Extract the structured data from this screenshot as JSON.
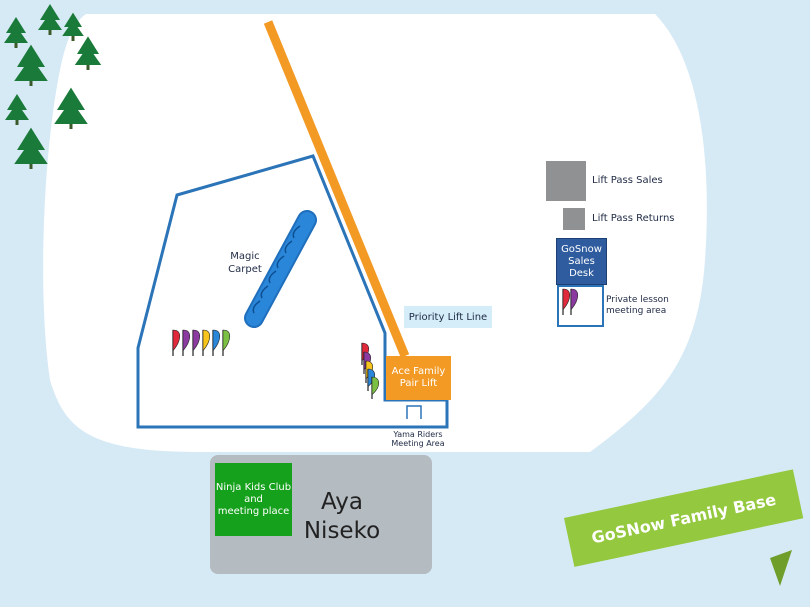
{
  "colors": {
    "background": "#d6eaf6",
    "snow": "#ffffff",
    "boundary": "#2b74b8",
    "lift": "#f39a25",
    "carpet": "#2a86d9",
    "building": "#b4bbc1",
    "ninja": "#16a11c",
    "sales": "#8f9193",
    "gosnow": "#2f5c9e",
    "brand": "#94c83e",
    "tree": "#1a7a3a"
  },
  "labels": {
    "magic_carpet": "Magic\nCarpet",
    "lift_pass_sales": "Lift Pass Sales",
    "lift_pass_returns": "Lift Pass Returns",
    "gosnow_desk": "GoSnow\nSales\nDesk",
    "private_lesson": "Private lesson\nmeeting area",
    "priority_lift_line": "Priority Lift Line",
    "ace_family_lift": "Ace Family\nPair Lift",
    "yama_riders": "Yama Riders\nMeeting Area",
    "ninja_kids": "Ninja Kids Club\nand\nmeeting place",
    "aya_niseko": "Aya\nNiseko",
    "brand": "GoSNow Family Base"
  },
  "icons": {
    "trees": "pine-tree-icon",
    "flags": "teardrop-flag-icon"
  },
  "flag_colors": [
    "#e0293b",
    "#8b3aa0",
    "#f6c41b",
    "#2a86d9",
    "#7cc043"
  ]
}
